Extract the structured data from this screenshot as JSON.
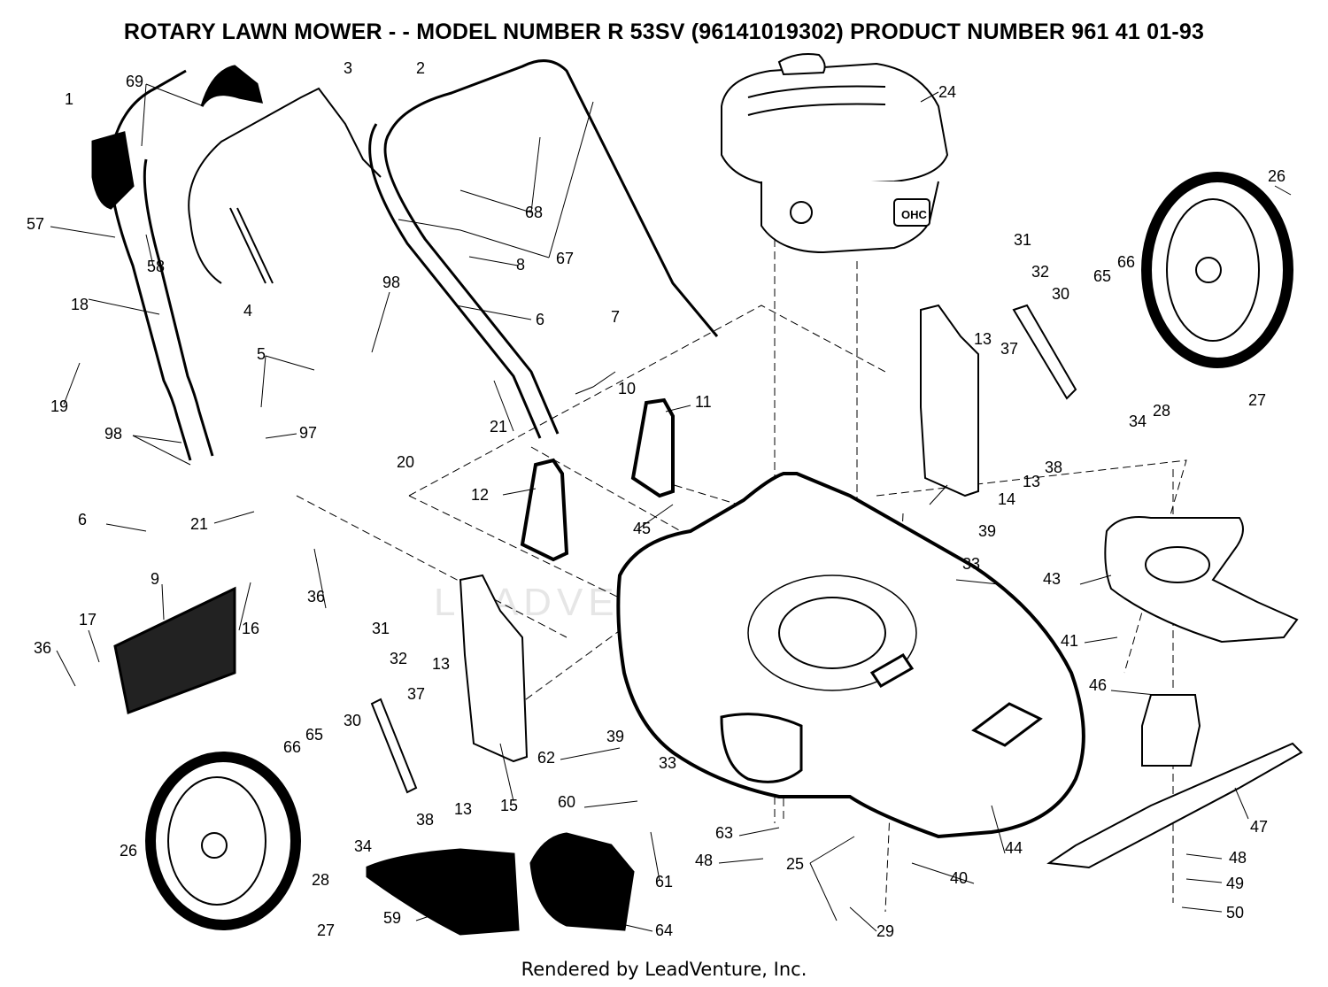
{
  "title": "ROTARY LAWN MOWER - - MODEL NUMBER  R 53SV  (96141019302) PRODUCT NUMBER 961 41 01-93",
  "footer": "Rendered by LeadVenture, Inc.",
  "watermark": "LEADVENTURE",
  "engine_badge": "OHC",
  "callouts": [
    "1",
    "2",
    "3",
    "4",
    "5",
    "6",
    "6",
    "7",
    "8",
    "9",
    "10",
    "11",
    "12",
    "13",
    "13",
    "13",
    "13",
    "14",
    "15",
    "16",
    "17",
    "18",
    "19",
    "20",
    "21",
    "21",
    "24",
    "25",
    "26",
    "26",
    "27",
    "27",
    "28",
    "28",
    "29",
    "30",
    "30",
    "31",
    "31",
    "32",
    "32",
    "33",
    "33",
    "34",
    "34",
    "36",
    "36",
    "37",
    "37",
    "38",
    "38",
    "39",
    "39",
    "40",
    "41",
    "43",
    "44",
    "45",
    "46",
    "47",
    "48",
    "48",
    "49",
    "50",
    "57",
    "58",
    "59",
    "60",
    "61",
    "62",
    "63",
    "64",
    "65",
    "65",
    "66",
    "66",
    "67",
    "68",
    "69",
    "97",
    "98",
    "98"
  ]
}
